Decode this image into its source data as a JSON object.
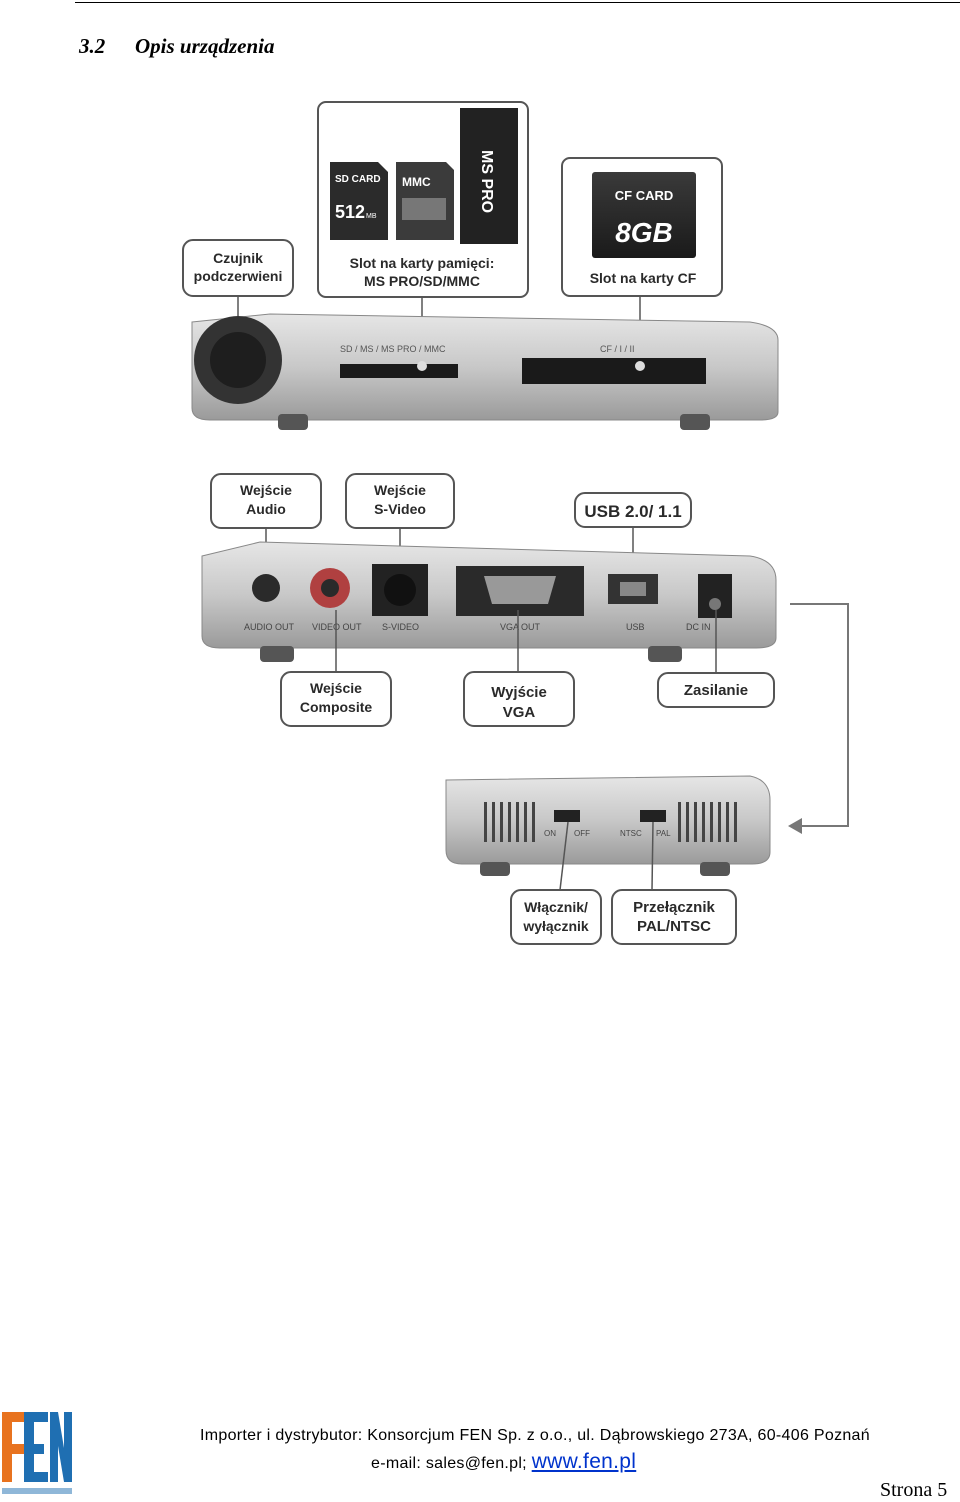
{
  "heading": {
    "number": "3.2",
    "title": "Opis urządzenia"
  },
  "figure": {
    "labels": {
      "ir_sensor_1": "Czujnik",
      "ir_sensor_2": "podczerwieni",
      "memory_slot_1": "Slot  na karty pamięci:",
      "memory_slot_2": "MS PRO/SD/MMC",
      "cf_slot": "Slot na karty CF",
      "audio_in_1": "Wejście",
      "audio_in_2": "Audio",
      "svideo_in_1": "Wejście",
      "svideo_in_2": "S-Video",
      "usb": "USB 2.0/ 1.1",
      "composite_in_1": "Wejście",
      "composite_in_2": "Composite",
      "vga_out_1": "Wyjście",
      "vga_out_2": "VGA",
      "power": "Zasilanie",
      "onoff_1": "Włącznik/",
      "onoff_2": "wyłącznik",
      "palntsc_1": "Przełącznik",
      "palntsc_2": "PAL/NTSC"
    },
    "cards": {
      "sd_1": "SD CARD",
      "sd_2": "512",
      "sd_3": "MB",
      "mmc": "MMC",
      "ms": "MS PRO",
      "cf_1": "CF CARD",
      "cf_2": "8GB"
    },
    "device_marks": {
      "front_slot1": "SD / MS / MS PRO / MMC",
      "front_slot2": "CF / I / II",
      "audio_out": "AUDIO OUT",
      "video_out": "VIDEO OUT",
      "svideo": "S-VIDEO",
      "vga_out": "VGA OUT",
      "usb": "USB",
      "dc_in": "DC IN",
      "on": "ON",
      "off": "OFF",
      "ntsc": "NTSC",
      "pal": "PAL"
    }
  },
  "footer": {
    "logo_alt": "FEN konsorcjum",
    "line1": "Importer i dystrybutor: Konsorcjum FEN Sp. z o.o., ul. Dąbrowskiego 273A, 60-406 Poznań",
    "email_prefix": "e-mail: sales@fen.pl; ",
    "website": "www.fen.pl",
    "page_number": "Strona 5",
    "colors": {
      "logo_orange": "#e8731f",
      "logo_blue": "#1f6fb2",
      "link": "#0033cc"
    }
  }
}
